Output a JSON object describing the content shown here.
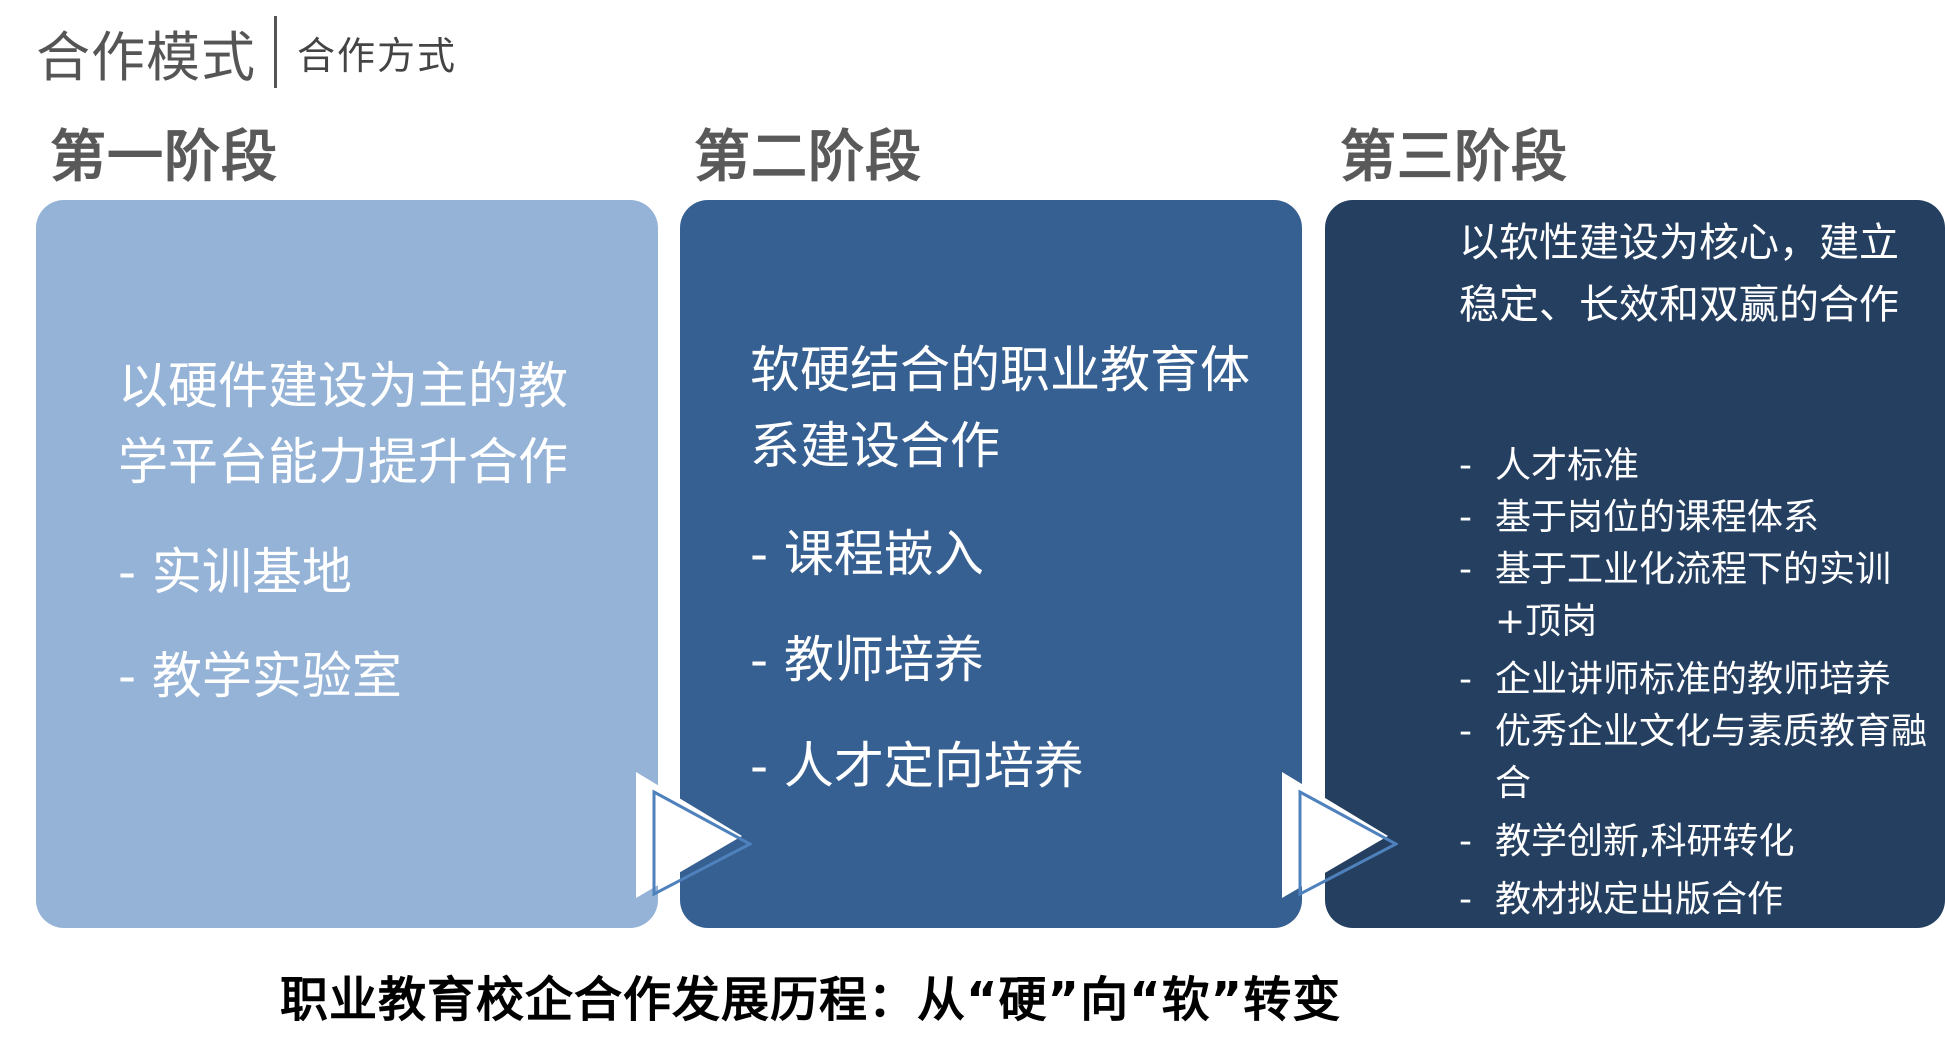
{
  "header": {
    "main": "合作模式",
    "sub": "合作方式"
  },
  "stages": [
    {
      "title": "第一阶段",
      "lead": "以硬件建设为主的教学平台能力提升合作",
      "items": [
        "- 实训基地",
        "- 教学实验室"
      ]
    },
    {
      "title": "第二阶段",
      "lead": "软硬结合的职业教育体系建设合作",
      "items": [
        "- 课程嵌入",
        "- 教师培养",
        "- 人才定向培养"
      ]
    },
    {
      "title": "第三阶段",
      "lead": "以软性建设为核心，建立稳定、长效和双赢的合作",
      "dash": "-",
      "items": [
        "人才标准",
        "基于岗位的课程体系",
        "基于工业化流程下的实训+顶岗",
        "企业讲师标准的教师培养",
        "优秀企业文化与素质教育融合",
        "教学创新,科研转化",
        "教材拟定出版合作"
      ]
    }
  ],
  "caption": "职业教育校企合作发展历程：从“硬”向“软”转变",
  "colors": {
    "stage1": "#95b3d7",
    "stage2": "#376092",
    "stage3": "#243f60",
    "arrow_outline": "#4f81bd"
  }
}
